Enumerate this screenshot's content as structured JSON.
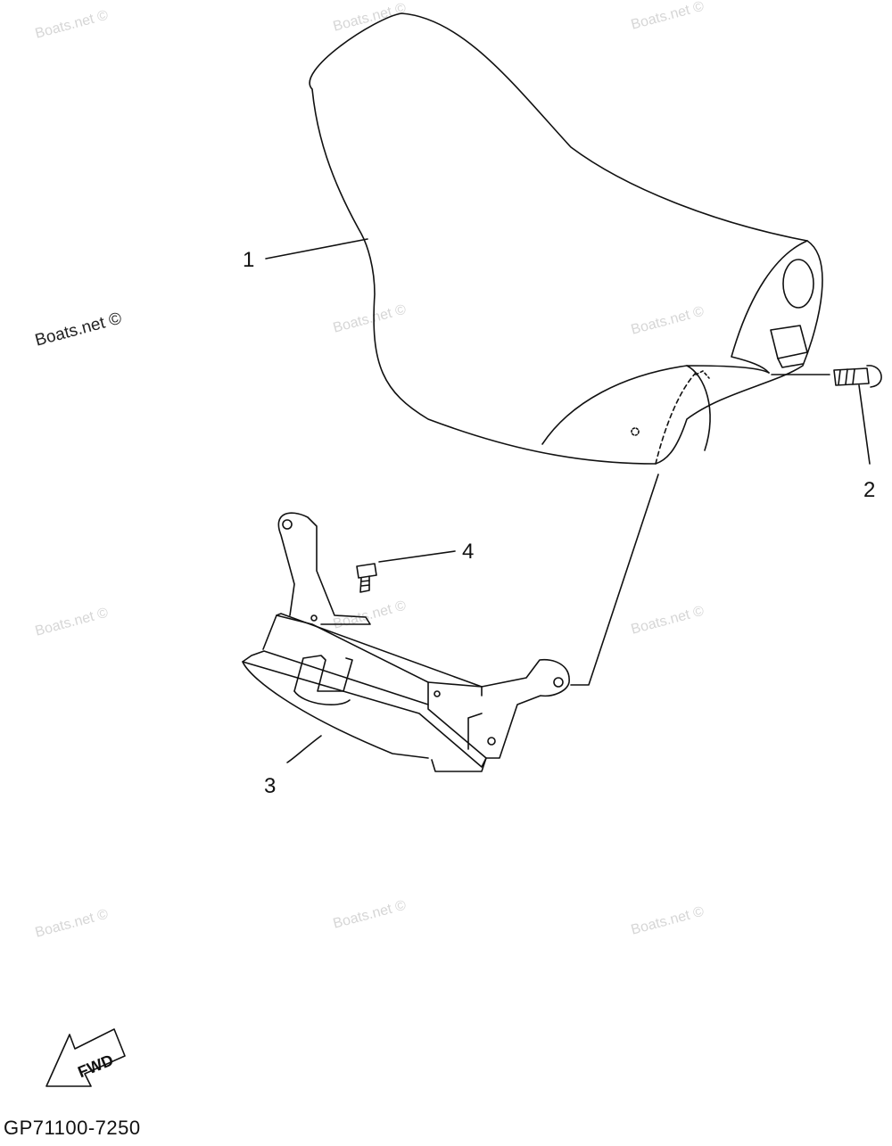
{
  "watermarks": {
    "text": "Boats.net ©"
  },
  "callouts": [
    {
      "id": "1",
      "label": "1"
    },
    {
      "id": "2",
      "label": "2"
    },
    {
      "id": "3",
      "label": "3"
    },
    {
      "id": "4",
      "label": "4"
    }
  ],
  "fwd_arrow": {
    "label": "FWD"
  },
  "diagram_code": "GP71100-7250"
}
